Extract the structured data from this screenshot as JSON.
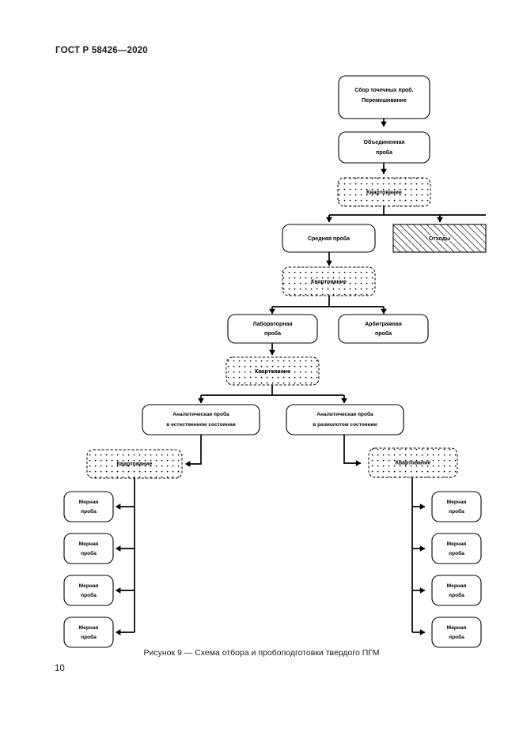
{
  "document": {
    "header": "ГОСТ Р 58426—2020",
    "page_number": "10",
    "figure_caption": "Рисунок 9 — Схема отбора и пробоподготовки твердого ПГМ"
  },
  "colors": {
    "ink": "#000000",
    "paper": "#ffffff",
    "stipple": "#000000",
    "hatch": "#000000"
  },
  "flowchart": {
    "title": "Схема отбора и пробоподготовки твердого ПГМ",
    "nodes": {
      "collection": {
        "label_line1": "Сбор точечных проб.",
        "label_line2": "Перемешивание",
        "style": "rounded-solid"
      },
      "combined": {
        "label_line1": "Объединенная",
        "label_line2": "проба",
        "style": "rounded-solid"
      },
      "quartering_1": {
        "label": "Квартование",
        "style": "rounded-dotted-stipple"
      },
      "average": {
        "label": "Средняя проба",
        "style": "rounded-solid"
      },
      "waste": {
        "label": "Отходы",
        "style": "rect-hatched"
      },
      "quartering_2": {
        "label": "Квартование",
        "style": "rounded-dotted-stipple"
      },
      "laboratory": {
        "label_line1": "Лабораторная",
        "label_line2": "проба",
        "style": "rounded-solid"
      },
      "arbitration": {
        "label_line1": "Арбитражная",
        "label_line2": "проба",
        "style": "rounded-solid"
      },
      "quartering_3": {
        "label": "Квартование",
        "style": "rounded-dotted-stipple"
      },
      "analytical_natural": {
        "label_line1": "Аналитическая проба",
        "label_line2": "в естественном состоянии",
        "style": "rounded-solid"
      },
      "analytical_ground": {
        "label_line1": "Аналитическая проба",
        "label_line2": "в размолотом состоянии",
        "style": "rounded-solid"
      },
      "quartering_left": {
        "label": "Квартование",
        "style": "rounded-dotted-stipple"
      },
      "quartering_right": {
        "label": "Квартование",
        "style": "rounded-dotted-stipple"
      }
    },
    "measured_samples_left": [
      {
        "label_line1": "Мерная",
        "label_line2": "проба"
      },
      {
        "label_line1": "Мерная",
        "label_line2": "проба"
      },
      {
        "label_line1": "Мерная",
        "label_line2": "проба"
      },
      {
        "label_line1": "Мерная",
        "label_line2": "проба"
      }
    ],
    "measured_samples_right": [
      {
        "label_line1": "Мерная",
        "label_line2": "проба"
      },
      {
        "label_line1": "Мерная",
        "label_line2": "проба"
      },
      {
        "label_line1": "Мерная",
        "label_line2": "проба"
      },
      {
        "label_line1": "Мерная",
        "label_line2": "проба"
      }
    ]
  }
}
